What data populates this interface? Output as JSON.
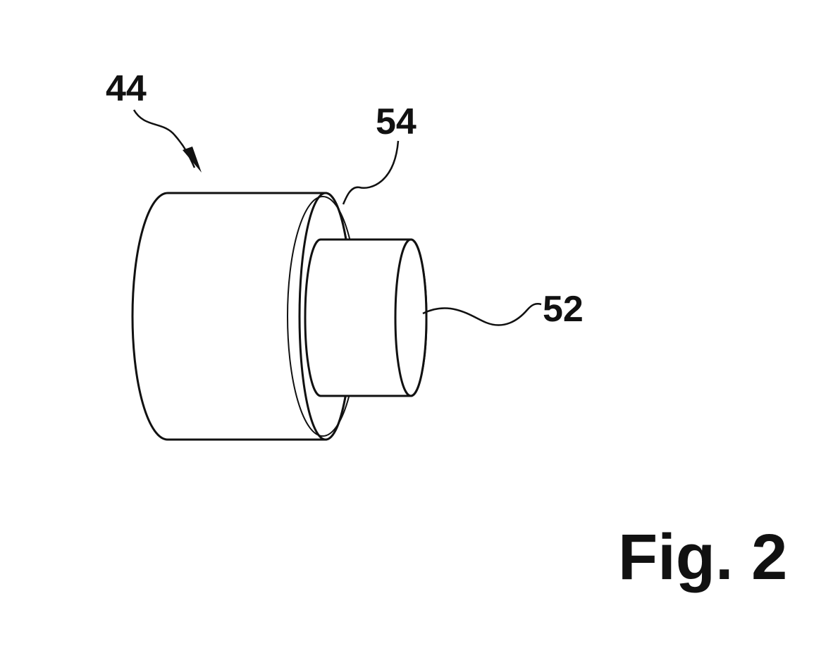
{
  "figure": {
    "caption": "Fig. 2",
    "labels": {
      "assembly": "44",
      "step_face": "54",
      "end_face": "52"
    }
  },
  "colors": {
    "line": "#111111",
    "background": "#ffffff"
  }
}
